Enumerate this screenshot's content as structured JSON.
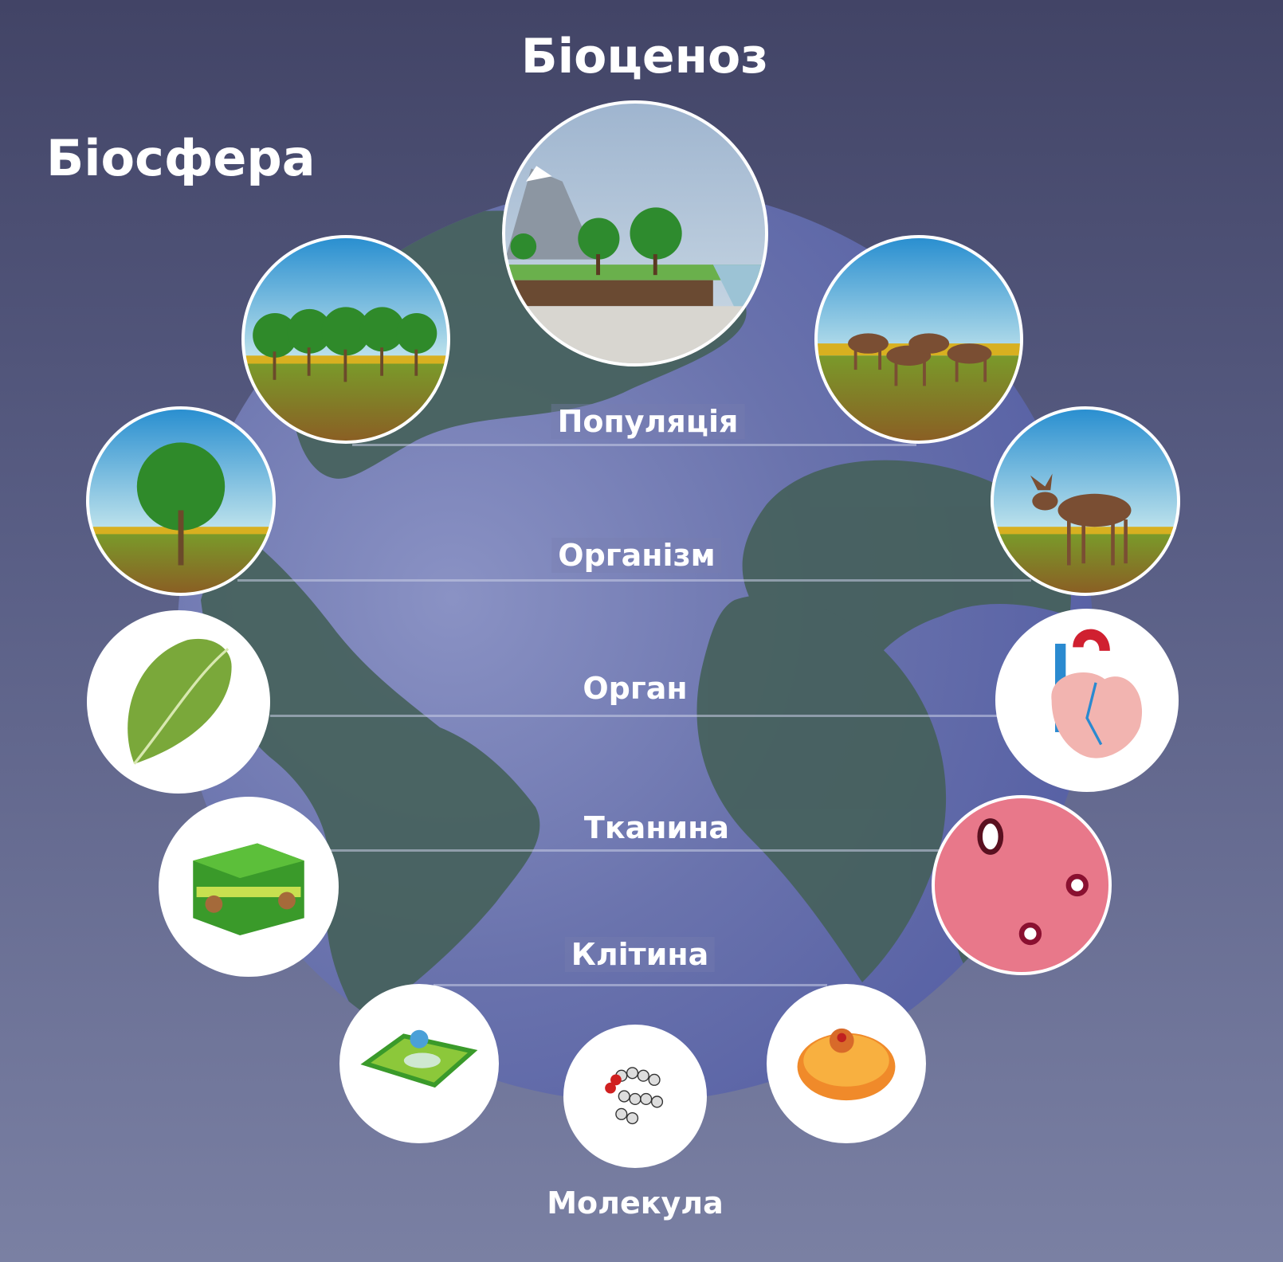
{
  "titles": {
    "biocenosis": "Біоценоз",
    "biosphere": "Біосфера"
  },
  "levels": {
    "population": "Популяція",
    "organism": "Організм",
    "organ": "Орган",
    "tissue": "Тканина",
    "cell": "Клітина",
    "molecule": "Молекула"
  },
  "colors": {
    "background_top": "#424466",
    "background_bottom": "#7a80a3",
    "globe": "#6a73ad",
    "continents": "#45605a"
  }
}
